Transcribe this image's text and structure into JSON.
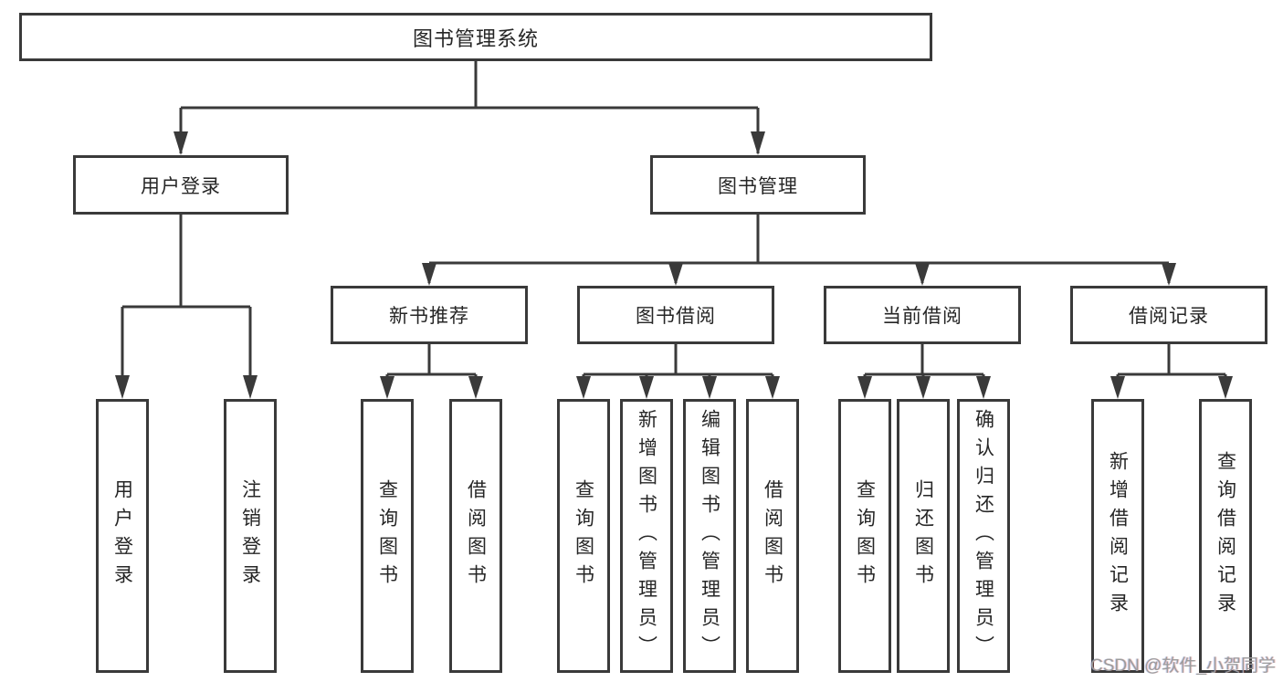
{
  "diagram_title": "图书管理系统",
  "colors": {
    "stroke": "#3a3a3a",
    "text": "#262626",
    "background": "#ffffff",
    "watermark_text_color": "#9c9c9c"
  },
  "nodes": {
    "root": {
      "label": "图书管理系统"
    },
    "user_login": {
      "label": "用户登录"
    },
    "book_management": {
      "label": "图书管理"
    },
    "new_book_recommend": {
      "label": "新书推荐"
    },
    "book_borrow": {
      "label": "图书借阅"
    },
    "current_borrow": {
      "label": "当前借阅"
    },
    "borrow_record": {
      "label": "借阅记录"
    },
    "leaf_user_login": {
      "label": "用户登录"
    },
    "leaf_logout": {
      "label": "注销登录"
    },
    "leaf_recommend_query_book": {
      "label": "查询图书"
    },
    "leaf_recommend_borrow_book": {
      "label": "借阅图书"
    },
    "leaf_borrow_query_book": {
      "label": "查询图书"
    },
    "leaf_borrow_add_book": {
      "label": "新增图书（管理员）"
    },
    "leaf_borrow_edit_book": {
      "label": "编辑图书（管理员）"
    },
    "leaf_borrow_borrow_book": {
      "label": "借阅图书"
    },
    "leaf_current_query_book": {
      "label": "查询图书"
    },
    "leaf_current_return_book": {
      "label": "归还图书"
    },
    "leaf_current_confirm_return": {
      "label": "确认归还（管理员）"
    },
    "leaf_record_add": {
      "label": "新增借阅记录"
    },
    "leaf_record_query": {
      "label": "查询借阅记录"
    }
  },
  "hierarchy": [
    {
      "parent": "图书管理系统",
      "children": [
        "用户登录",
        "图书管理"
      ]
    },
    {
      "parent": "用户登录",
      "children": [
        "用户登录",
        "注销登录"
      ]
    },
    {
      "parent": "图书管理",
      "children": [
        "新书推荐",
        "图书借阅",
        "当前借阅",
        "借阅记录"
      ]
    },
    {
      "parent": "新书推荐",
      "children": [
        "查询图书",
        "借阅图书"
      ]
    },
    {
      "parent": "图书借阅",
      "children": [
        "查询图书",
        "新增图书（管理员）",
        "编辑图书（管理员）",
        "借阅图书"
      ]
    },
    {
      "parent": "当前借阅",
      "children": [
        "查询图书",
        "归还图书",
        "确认归还（管理员）"
      ]
    },
    {
      "parent": "借阅记录",
      "children": [
        "新增借阅记录",
        "查询借阅记录"
      ]
    }
  ],
  "watermark": {
    "text": "CSDN @软件_小贺同学"
  }
}
